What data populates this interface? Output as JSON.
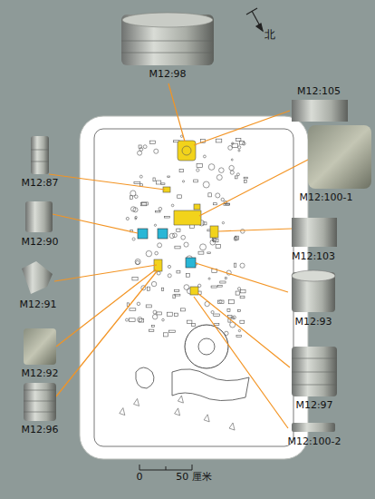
{
  "diagram": {
    "labels": [
      "M12:98",
      "北",
      "M12:105",
      "M12:100-1",
      "M12:103",
      "M12:93",
      "M12:97",
      "M12:100-2",
      "M12:87",
      "M12:90",
      "M12:91",
      "M12:92",
      "M12:96",
      "0",
      "50 厘米"
    ]
  }
}
